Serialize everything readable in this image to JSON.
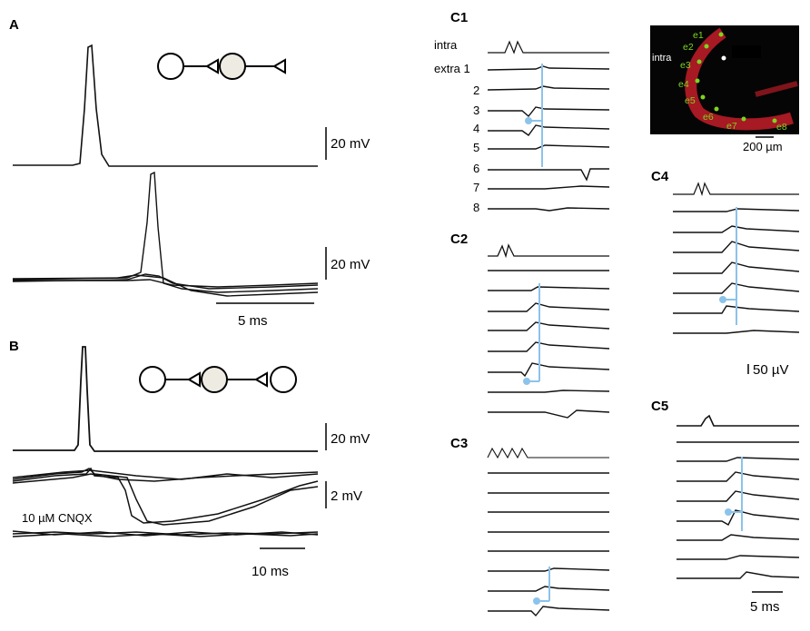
{
  "panels": {
    "A": {
      "label": "A",
      "scale_top": "20 mV",
      "scale_bottom": "20 mV",
      "time_scale": "5 ms"
    },
    "B": {
      "label": "B",
      "scale_top": "20 mV",
      "scale_bottom": "2 mV",
      "drug": "10 µM CNQX",
      "time_scale": "10 ms"
    },
    "C1": {
      "label": "C1",
      "row_intra": "intra",
      "row_extra1": "extra 1",
      "rows": [
        "2",
        "3",
        "4",
        "5",
        "6",
        "7",
        "8"
      ]
    },
    "C2": {
      "label": "C2"
    },
    "C3": {
      "label": "C3"
    },
    "C4": {
      "label": "C4",
      "amp_scale": "50 µV"
    },
    "C5": {
      "label": "C5",
      "time_scale": "5 ms"
    }
  },
  "micrograph": {
    "intra_label": "intra",
    "electrodes": [
      "e1",
      "e2",
      "e3",
      "e4",
      "e5",
      "e6",
      "e7",
      "e8"
    ],
    "scale": "200 µm"
  },
  "colors": {
    "trace": "#111111",
    "marker": "#8cc3ea",
    "fluorescence": "#e3202a",
    "electrode": "#7ed321"
  }
}
